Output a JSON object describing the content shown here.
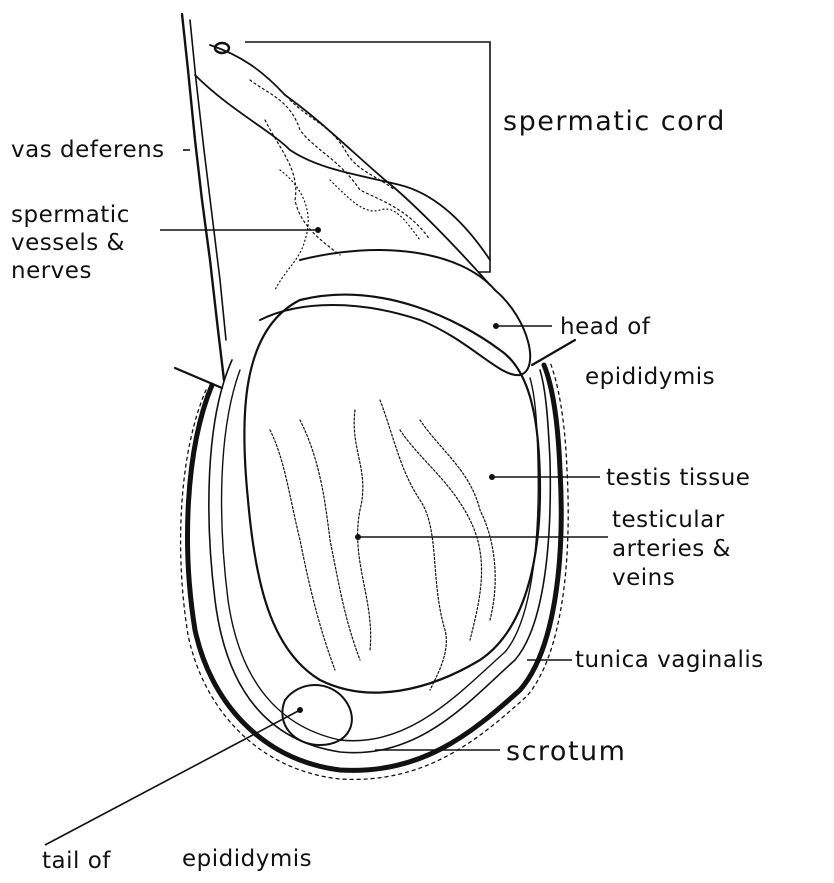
{
  "labels": {
    "spermatic_cord": "spermatic cord",
    "vas_deferens": "vas deferens",
    "spermatic_vessels_line1": "spermatic",
    "spermatic_vessels_line2": "vessels &",
    "spermatic_vessels_line3": "nerves",
    "head_epididymis_line1": "head of",
    "head_epididymis_line2": "epididymis",
    "testis_tissue": "testis tissue",
    "testicular_arteries_line1": "testicular",
    "testicular_arteries_line2": "arteries &",
    "testicular_arteries_line3": "veins",
    "tunica_vaginalis": "tunica vaginalis",
    "scrotum": "scrotum",
    "tail_epididymis_line1": "tail of",
    "tail_epididymis_line2": "epididymis"
  },
  "colors": {
    "ink": "#111111",
    "background": "#ffffff"
  }
}
